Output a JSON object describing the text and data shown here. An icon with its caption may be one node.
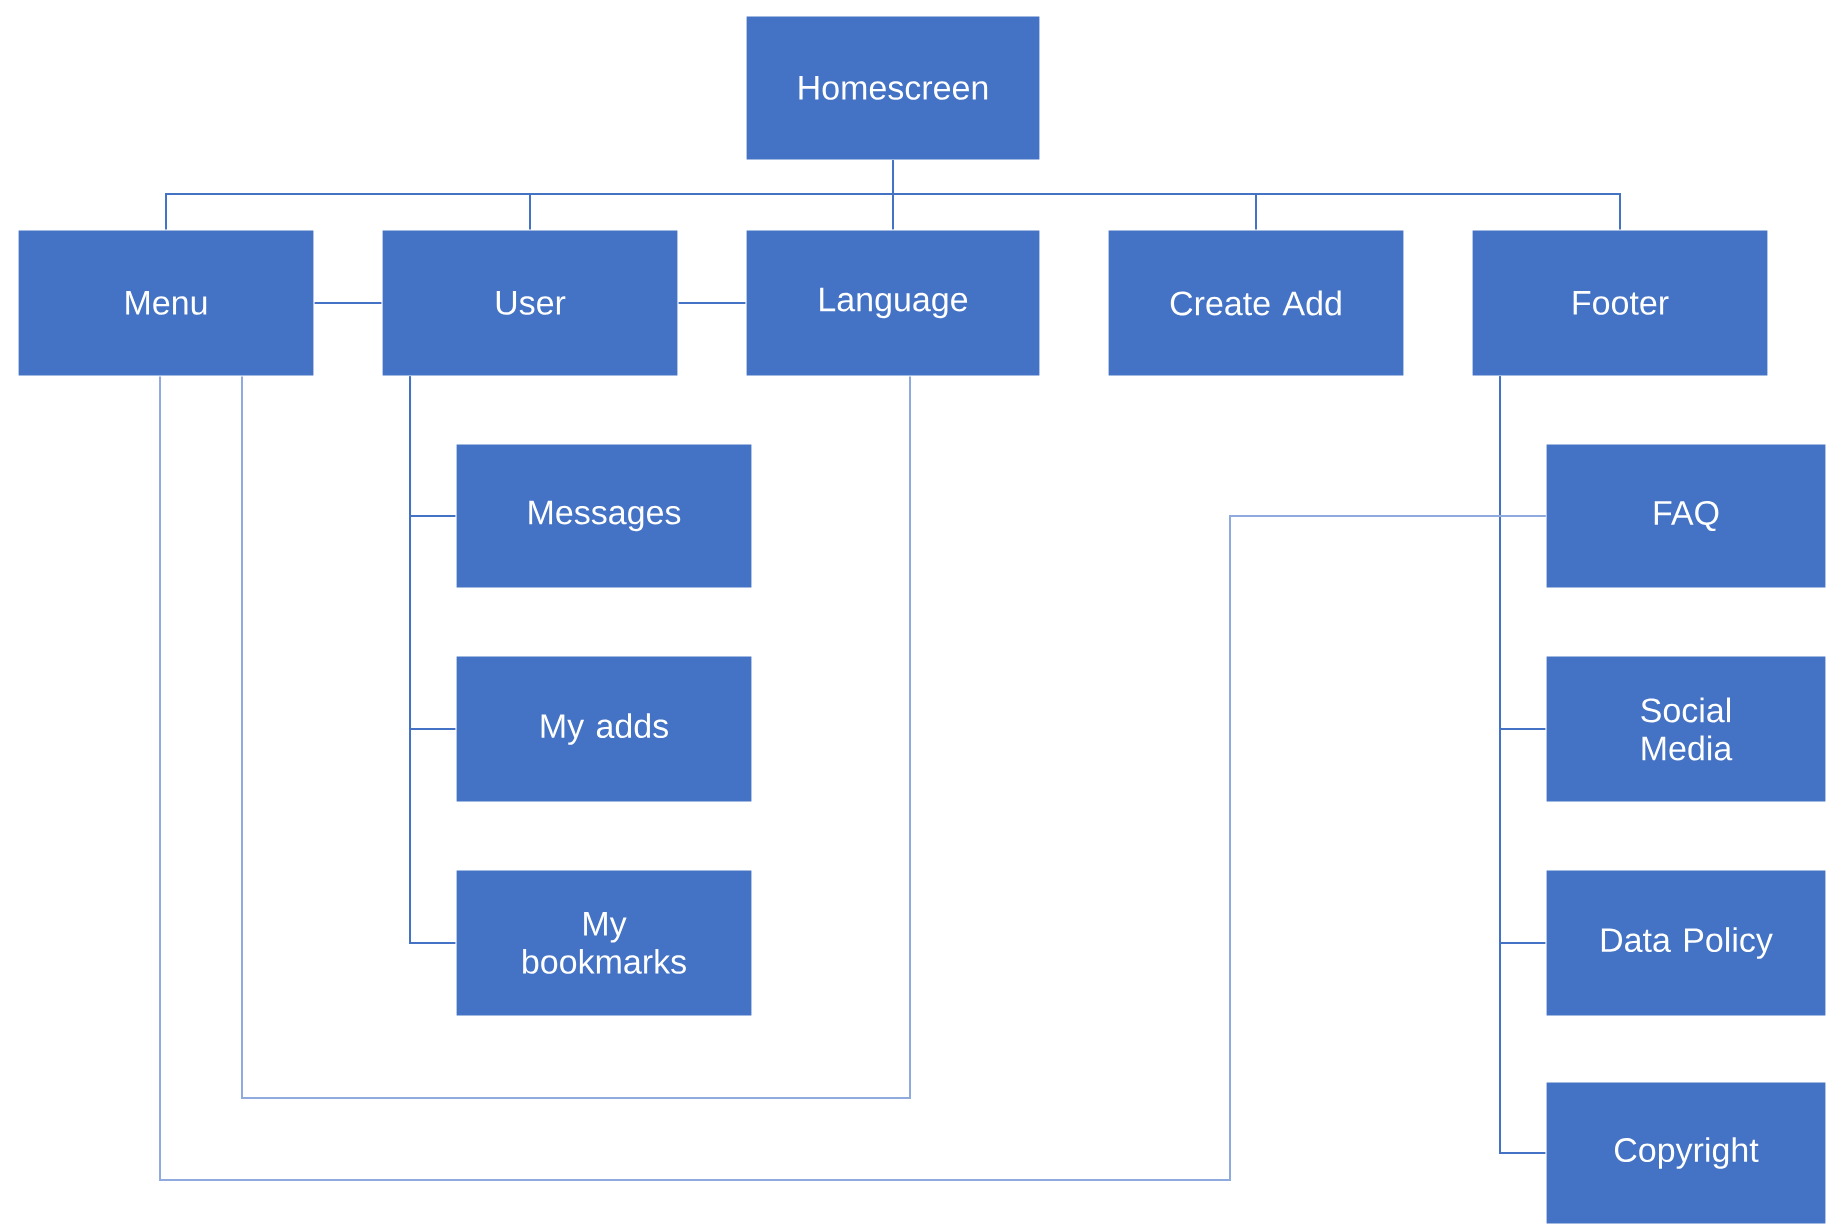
{
  "diagram": {
    "nodes": [
      {
        "text": [
          "Homescreen"
        ]
      },
      {
        "text": [
          "Menu"
        ]
      },
      {
        "text": [
          "User"
        ]
      },
      {
        "text": [
          "Language"
        ]
      },
      {
        "text": [
          "Create Add"
        ]
      },
      {
        "text": [
          "Footer"
        ]
      },
      {
        "text": [
          "Messages"
        ]
      },
      {
        "text": [
          "My adds"
        ]
      },
      {
        "text": [
          "My bookmarks"
        ]
      },
      {
        "text": [
          "FAQ"
        ]
      },
      {
        "text": [
          "Social Media"
        ]
      },
      {
        "text": [
          "Data Policy"
        ]
      },
      {
        "text": [
          "Copyright"
        ]
      }
    ],
    "edges": [
      {
        "from": 0,
        "to": 1,
        "arrow": "none"
      },
      {
        "from": 0,
        "to": 2,
        "arrow": "none"
      },
      {
        "from": 0,
        "to": 3,
        "arrow": "none"
      },
      {
        "from": 0,
        "to": 4,
        "arrow": "none"
      },
      {
        "from": 0,
        "to": 5,
        "arrow": "none"
      },
      {
        "from": 1,
        "to": 2,
        "arrow": "none"
      },
      {
        "from": 2,
        "to": 3,
        "arrow": "none"
      },
      {
        "from": 2,
        "to": 6,
        "arrow": "none"
      },
      {
        "from": 2,
        "to": 7,
        "arrow": "none"
      },
      {
        "from": 2,
        "to": 8,
        "arrow": "none"
      },
      {
        "from": 5,
        "to": 9,
        "arrow": "none"
      },
      {
        "from": 5,
        "to": 10,
        "arrow": "none"
      },
      {
        "from": 5,
        "to": 11,
        "arrow": "none"
      },
      {
        "from": 5,
        "to": 12,
        "arrow": "none"
      },
      {
        "from": 1,
        "to": 3,
        "arrow": "none",
        "color": "#8faadc"
      },
      {
        "from": 1,
        "to": 9,
        "arrow": "none",
        "color": "#8faadc"
      }
    ]
  }
}
